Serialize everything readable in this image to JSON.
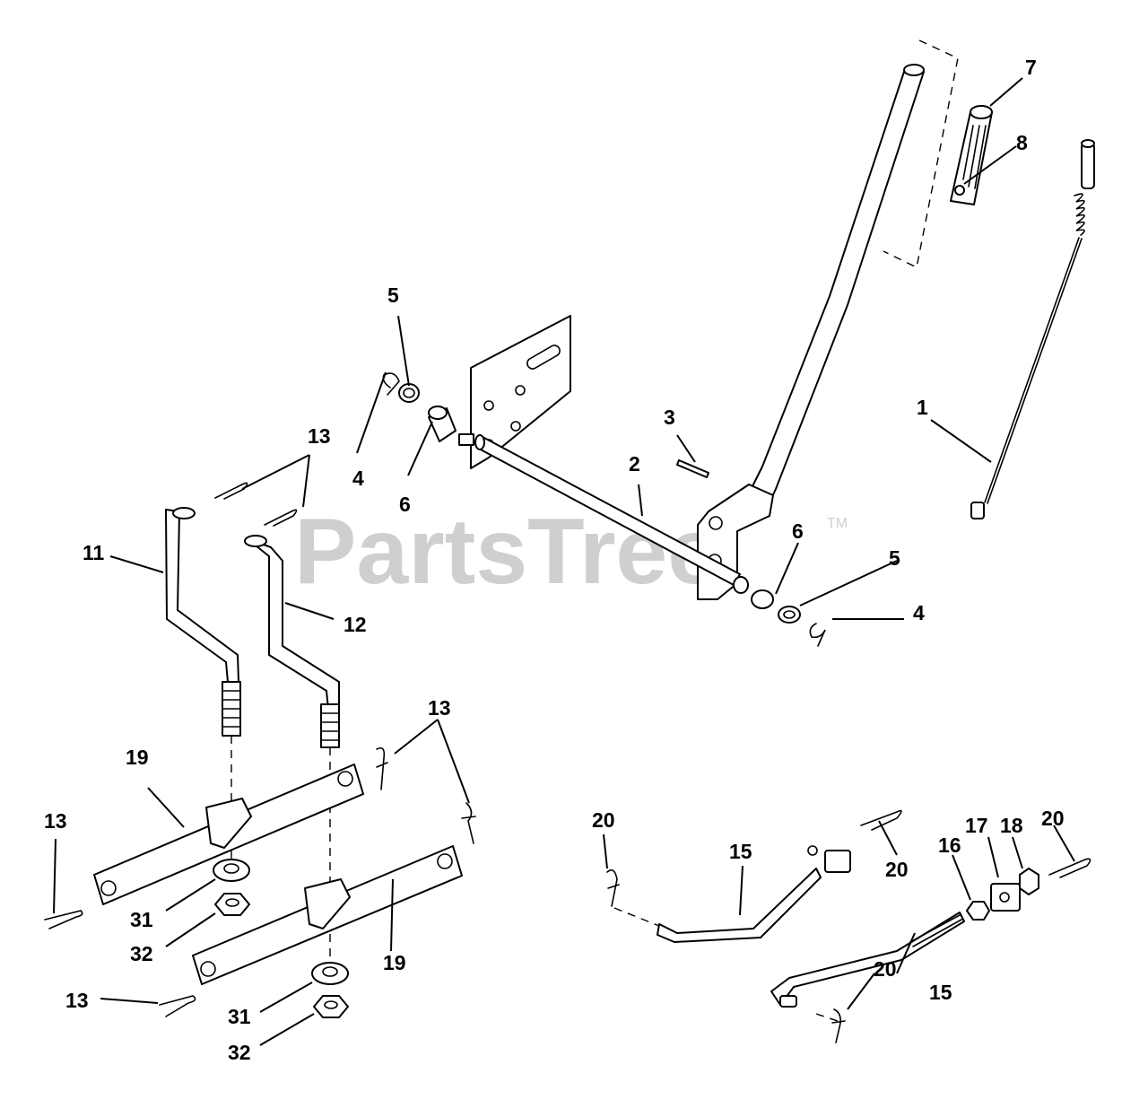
{
  "watermark": {
    "text": "PartsTree",
    "trademark": "TM"
  },
  "callouts": {
    "c1": "1",
    "c2": "2",
    "c3": "3",
    "c4a": "4",
    "c4b": "4",
    "c5a": "5",
    "c5b": "5",
    "c6a": "6",
    "c6b": "6",
    "c7": "7",
    "c8": "8",
    "c11": "11",
    "c12": "12",
    "c13a": "13",
    "c13b": "13",
    "c13c": "13",
    "c13d": "13",
    "c15a": "15",
    "c15b": "15",
    "c16": "16",
    "c17": "17",
    "c18": "18",
    "c19a": "19",
    "c19b": "19",
    "c20a": "20",
    "c20b": "20",
    "c20c": "20",
    "c20d": "20",
    "c31a": "31",
    "c31b": "31",
    "c32a": "32",
    "c32b": "32"
  }
}
